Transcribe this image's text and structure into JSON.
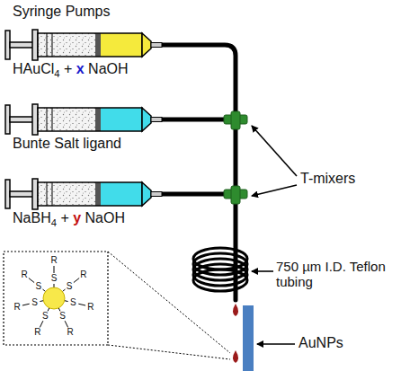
{
  "diagram": {
    "title": "Syringe Pumps",
    "labels": [
      "HAuCl4 + x NaOH",
      "Bunte Salt ligand",
      "NaBH4 + y NaOH",
      "T-mixers",
      "750 µm I.D. Teflon tubing",
      "AuNPs",
      "S",
      "R",
      "S",
      "R",
      "S",
      "R",
      "S",
      "R",
      "S",
      "R",
      "S",
      "R",
      "S",
      "R"
    ]
  }
}
